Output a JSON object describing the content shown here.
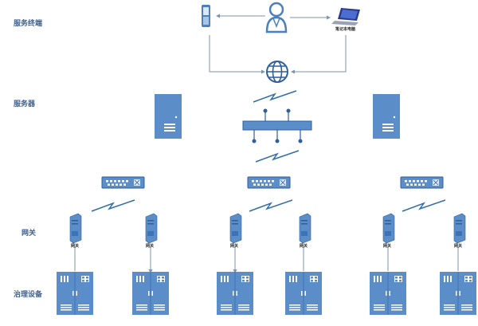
{
  "labels": {
    "terminal_row": "服务终端",
    "server_row": "服务器",
    "gateway_row": "网关",
    "device_row": "治理设备",
    "laptop": "笔记本电脑",
    "gateway": "网关"
  },
  "colors": {
    "device_blue": "#5b8ec9",
    "device_blue_dark": "#3d73b5",
    "connector": "#7c93ad",
    "lightning": "#2f6ea8",
    "label_text": "#3f5f8c"
  },
  "icons": {
    "phone": "mobile-phone-icon",
    "user": "user-icon",
    "laptop": "laptop-icon",
    "globe": "globe-icon",
    "server": "server-tower-icon",
    "bus": "network-bus-icon",
    "switch": "network-switch-icon",
    "gateway": "gateway-server-icon",
    "cabinet": "control-cabinet-icon",
    "wireless": "wireless-link-icon"
  }
}
